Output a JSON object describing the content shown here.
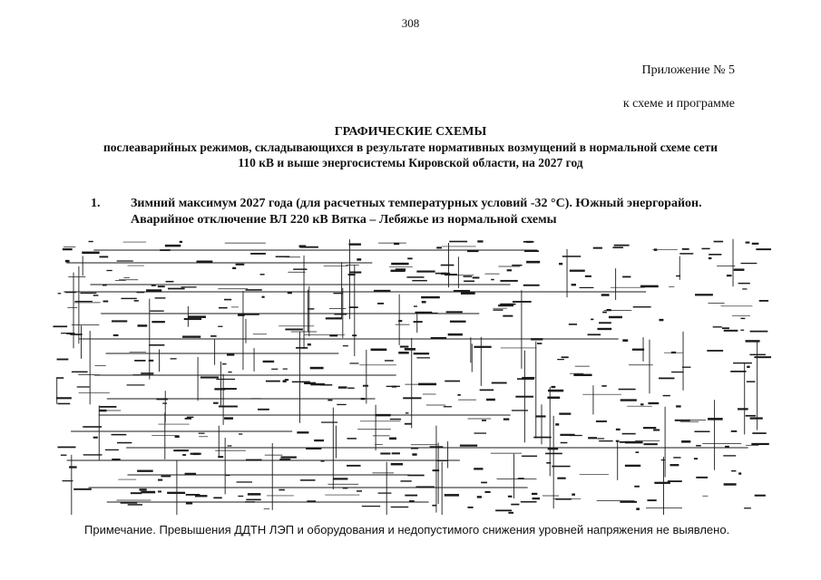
{
  "page_number": "308",
  "appendix": {
    "line1": "Приложение № 5",
    "line2": "к схеме и программе"
  },
  "title": {
    "main": "ГРАФИЧЕСКИЕ СХЕМЫ",
    "sub1": "послеаварийных режимов, складывающихся в результате нормативных возмущений в нормальной схеме сети",
    "sub2": "110 кВ и выше энергосистемы Кировской области, на 2027 год"
  },
  "section": {
    "number": "1.",
    "line1": "Зимний максимум 2027 года (для расчетных температурных условий -32 °С). Южный энергорайон.",
    "line2": "Аварийное отключение ВЛ 220 кВ Вятка – Лебяжье из нормальной схемы"
  },
  "scheme": {
    "colors": {
      "line": "#1a1a1a",
      "bg": "#ffffff"
    }
  },
  "note": "Примечание. Превышения ДДТН ЛЭП и оборудования и недопустимого снижения уровней напряжения не выявлено."
}
